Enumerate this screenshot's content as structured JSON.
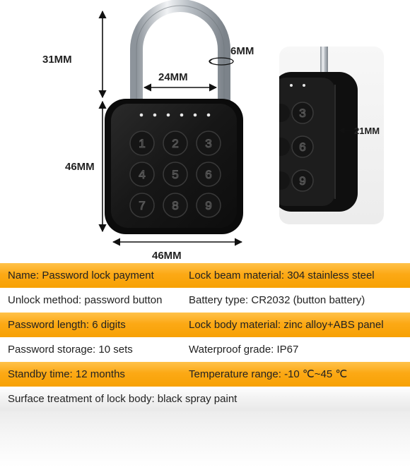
{
  "dimensions": {
    "shackle_height": "31MM",
    "shackle_diameter": "6MM",
    "shackle_inner_width": "24MM",
    "body_height": "46MM",
    "body_width": "46MM",
    "body_thickness": "21MM"
  },
  "keypad": {
    "digits": [
      "1",
      "2",
      "3",
      "4",
      "5",
      "6",
      "7",
      "8",
      "9"
    ],
    "side_view_digits": [
      "3",
      "6",
      "9"
    ]
  },
  "specs": [
    {
      "left": "Name: Password lock payment",
      "right": "Lock beam material: 304 stainless steel"
    },
    {
      "left": "Unlock method: password button",
      "right": "Battery type: CR2032 (button battery)"
    },
    {
      "left": "Password length: 6 digits",
      "right": "Lock body material: zinc alloy+ABS panel"
    },
    {
      "left": "Password storage: 10 sets",
      "right": "Waterproof grade: IP67"
    },
    {
      "left": "Standby time: 12 months",
      "right": "Temperature range: -10 ℃~45 ℃"
    }
  ],
  "spec_last": "Surface treatment of lock body: black spray paint",
  "colors": {
    "accent_orange": "#fca915",
    "lock_body": "#151515",
    "shackle_steel": "#c9ced3"
  }
}
